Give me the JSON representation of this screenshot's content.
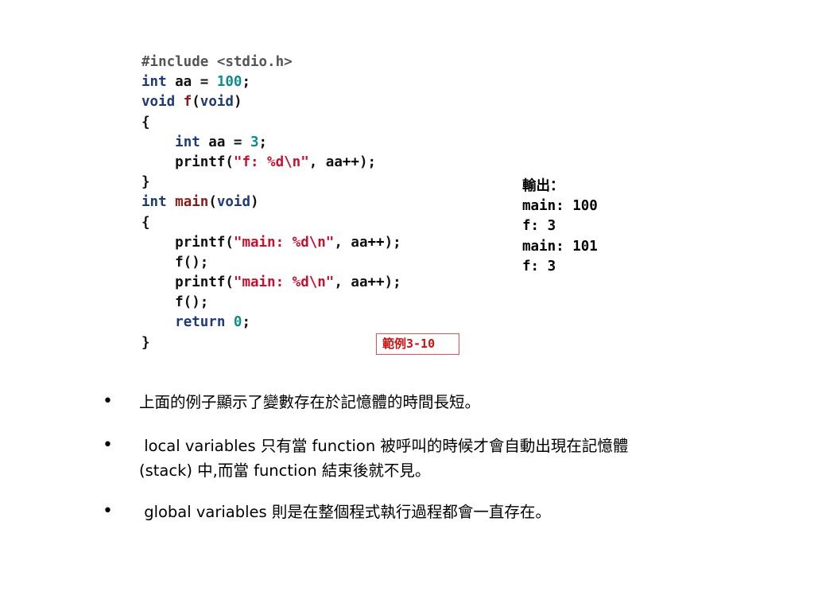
{
  "code": {
    "lines": [
      [
        {
          "t": "pp",
          "v": "#include <stdio.h>"
        }
      ],
      [
        {
          "t": "kw",
          "v": "int"
        },
        {
          "t": "plain",
          "v": " aa = "
        },
        {
          "t": "num",
          "v": "100"
        },
        {
          "t": "plain",
          "v": ";"
        }
      ],
      [
        {
          "t": "kw",
          "v": "void"
        },
        {
          "t": "plain",
          "v": " "
        },
        {
          "t": "fn",
          "v": "f"
        },
        {
          "t": "plain",
          "v": "("
        },
        {
          "t": "kw",
          "v": "void"
        },
        {
          "t": "plain",
          "v": ")"
        }
      ],
      [
        {
          "t": "plain",
          "v": "{"
        }
      ],
      [
        {
          "t": "plain",
          "v": "    "
        },
        {
          "t": "kw",
          "v": "int"
        },
        {
          "t": "plain",
          "v": " aa = "
        },
        {
          "t": "num",
          "v": "3"
        },
        {
          "t": "plain",
          "v": ";"
        }
      ],
      [
        {
          "t": "plain",
          "v": "    printf("
        },
        {
          "t": "str",
          "v": "\"f: %d\\n\""
        },
        {
          "t": "plain",
          "v": ", aa"
        },
        {
          "t": "op",
          "v": "++"
        },
        {
          "t": "plain",
          "v": ");"
        }
      ],
      [
        {
          "t": "plain",
          "v": "}"
        }
      ],
      [
        {
          "t": "kw",
          "v": "int"
        },
        {
          "t": "plain",
          "v": " "
        },
        {
          "t": "fn",
          "v": "main"
        },
        {
          "t": "plain",
          "v": "("
        },
        {
          "t": "kw",
          "v": "void"
        },
        {
          "t": "plain",
          "v": ")"
        }
      ],
      [
        {
          "t": "plain",
          "v": "{"
        }
      ],
      [
        {
          "t": "plain",
          "v": "    printf("
        },
        {
          "t": "str",
          "v": "\"main: %d\\n\""
        },
        {
          "t": "plain",
          "v": ", aa"
        },
        {
          "t": "op",
          "v": "++"
        },
        {
          "t": "plain",
          "v": ");"
        }
      ],
      [
        {
          "t": "plain",
          "v": "    f();"
        }
      ],
      [
        {
          "t": "plain",
          "v": "    printf("
        },
        {
          "t": "str",
          "v": "\"main: %d\\n\""
        },
        {
          "t": "plain",
          "v": ", aa"
        },
        {
          "t": "op",
          "v": "++"
        },
        {
          "t": "plain",
          "v": ");"
        }
      ],
      [
        {
          "t": "plain",
          "v": "    f();"
        }
      ],
      [
        {
          "t": "plain",
          "v": "    "
        },
        {
          "t": "kw",
          "v": "return"
        },
        {
          "t": "plain",
          "v": " "
        },
        {
          "t": "num",
          "v": "0"
        },
        {
          "t": "plain",
          "v": ";"
        }
      ],
      [
        {
          "t": "plain",
          "v": "}"
        }
      ]
    ]
  },
  "output": {
    "lines": [
      "輸出：",
      "main: 100",
      "f: 3",
      "main: 101",
      "f: 3"
    ]
  },
  "example_label": "範例3-10",
  "bullets": [
    {
      "dot": "•",
      "text": "上面的例子顯示了變數存在於記憶體的時間長短。"
    },
    {
      "dot": "•",
      "text": " local variables 只有當 function 被呼叫的時候才會自動出現在記憶體\n(stack) 中,而當 function 結束後就不見。"
    },
    {
      "dot": "•",
      "text": " global variables 則是在整個程式執行過程都會一直存在。"
    }
  ],
  "colors": {
    "preprocessor": "#555555",
    "keyword": "#1f3a78",
    "function_name": "#8b1a1a",
    "number": "#0c8c8c",
    "string": "#c8102e",
    "label_border": "#e05252",
    "label_text": "#d01010"
  }
}
